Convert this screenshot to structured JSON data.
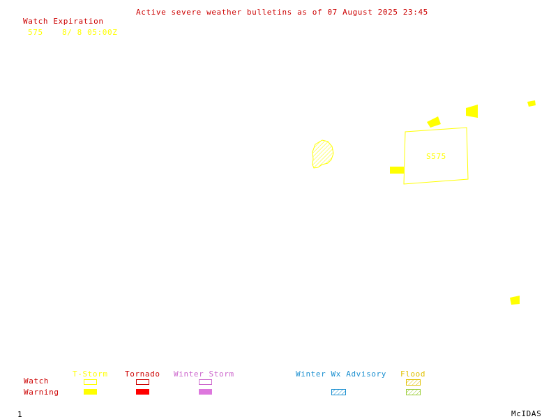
{
  "header": {
    "title": "Active severe weather bulletins as of 07 August 2025 23:45"
  },
  "watch_expiration": {
    "heading": "Watch Expiration",
    "entries": [
      {
        "id": "575",
        "expires": "8/ 8 05:00Z"
      }
    ]
  },
  "map": {
    "watch_label": "S575"
  },
  "legend": {
    "row_labels": {
      "watch": "Watch",
      "warning": "Warning"
    },
    "categories": [
      {
        "label": "T-Storm",
        "color": "#ffff00"
      },
      {
        "label": "Tornado",
        "color": "#ff0000"
      },
      {
        "label": "Winter Storm",
        "color": "#cc66cc"
      },
      {
        "label": "Winter Wx Advisory",
        "color": "#1a8fd0"
      },
      {
        "label": "Flood",
        "color": "#99cc33"
      }
    ]
  },
  "footer": {
    "frame_number": "1",
    "brand": "McIDAS"
  }
}
